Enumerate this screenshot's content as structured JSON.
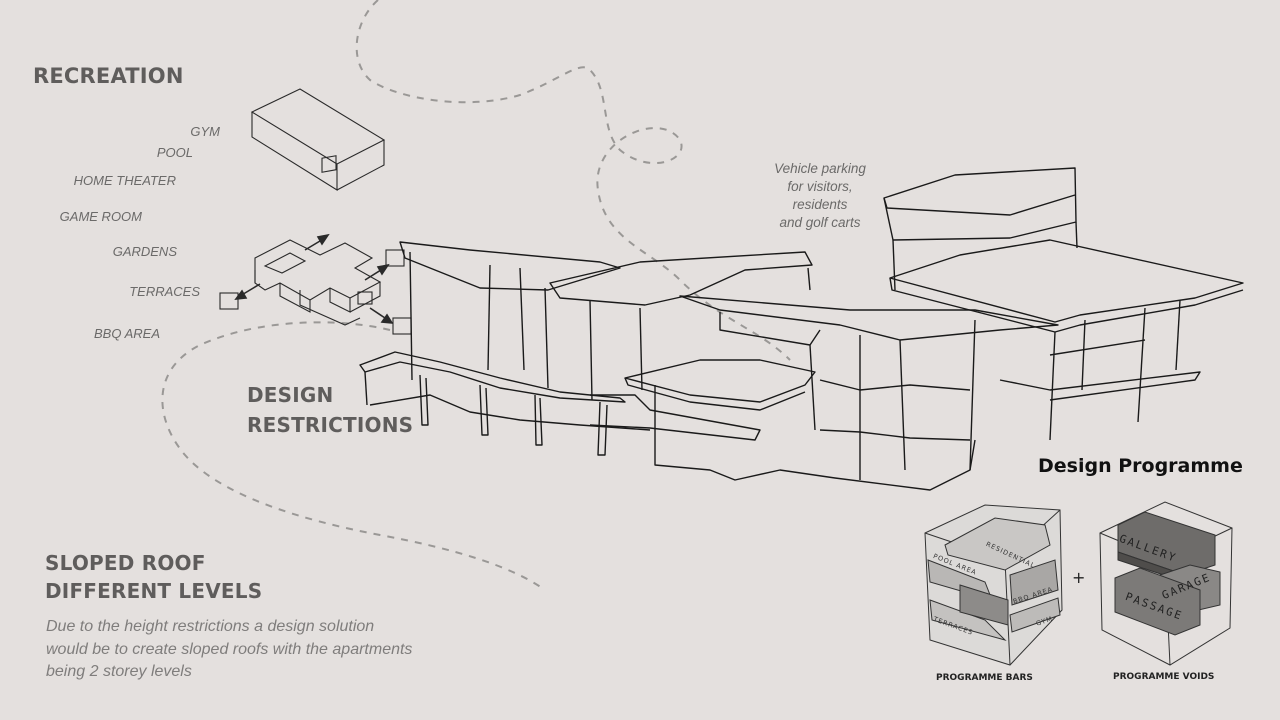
{
  "recreation": {
    "title": "RECREATION",
    "items": [
      "GYM",
      "POOL",
      "HOME THEATER",
      "GAME ROOM",
      "GARDENS",
      "TERRACES",
      "BBQ AREA"
    ]
  },
  "design_restrictions": {
    "line1": "DESIGN",
    "line2": "RESTRICTIONS"
  },
  "sloped_roof": {
    "line1": "SLOPED ROOF",
    "line2": "DIFFERENT LEVELS",
    "description": [
      "Due to the height restrictions a design solution",
      "would be to create sloped roofs with the apartments",
      "being 2 storey levels"
    ]
  },
  "parking_note": [
    "Vehicle parking",
    "for visitors,",
    "residents",
    "and golf carts"
  ],
  "design_programme": {
    "title": "Design Programme",
    "plus": "+",
    "bars_caption": "PROGRAMME BARS",
    "voids_caption": "PROGRAMME VOIDS",
    "bars_labels": [
      "RESIDENTIAL",
      "POOL AREA",
      "BBQ AREA",
      "TERRACES",
      "GYM"
    ],
    "voids_labels": [
      "GALLERY",
      "GARAGE",
      "PASSAGE"
    ]
  },
  "colors": {
    "background": "#e4e0de",
    "ink": "#1a1a1a",
    "dashed_path": "#9a9896",
    "heading": "#5f5d5c"
  }
}
